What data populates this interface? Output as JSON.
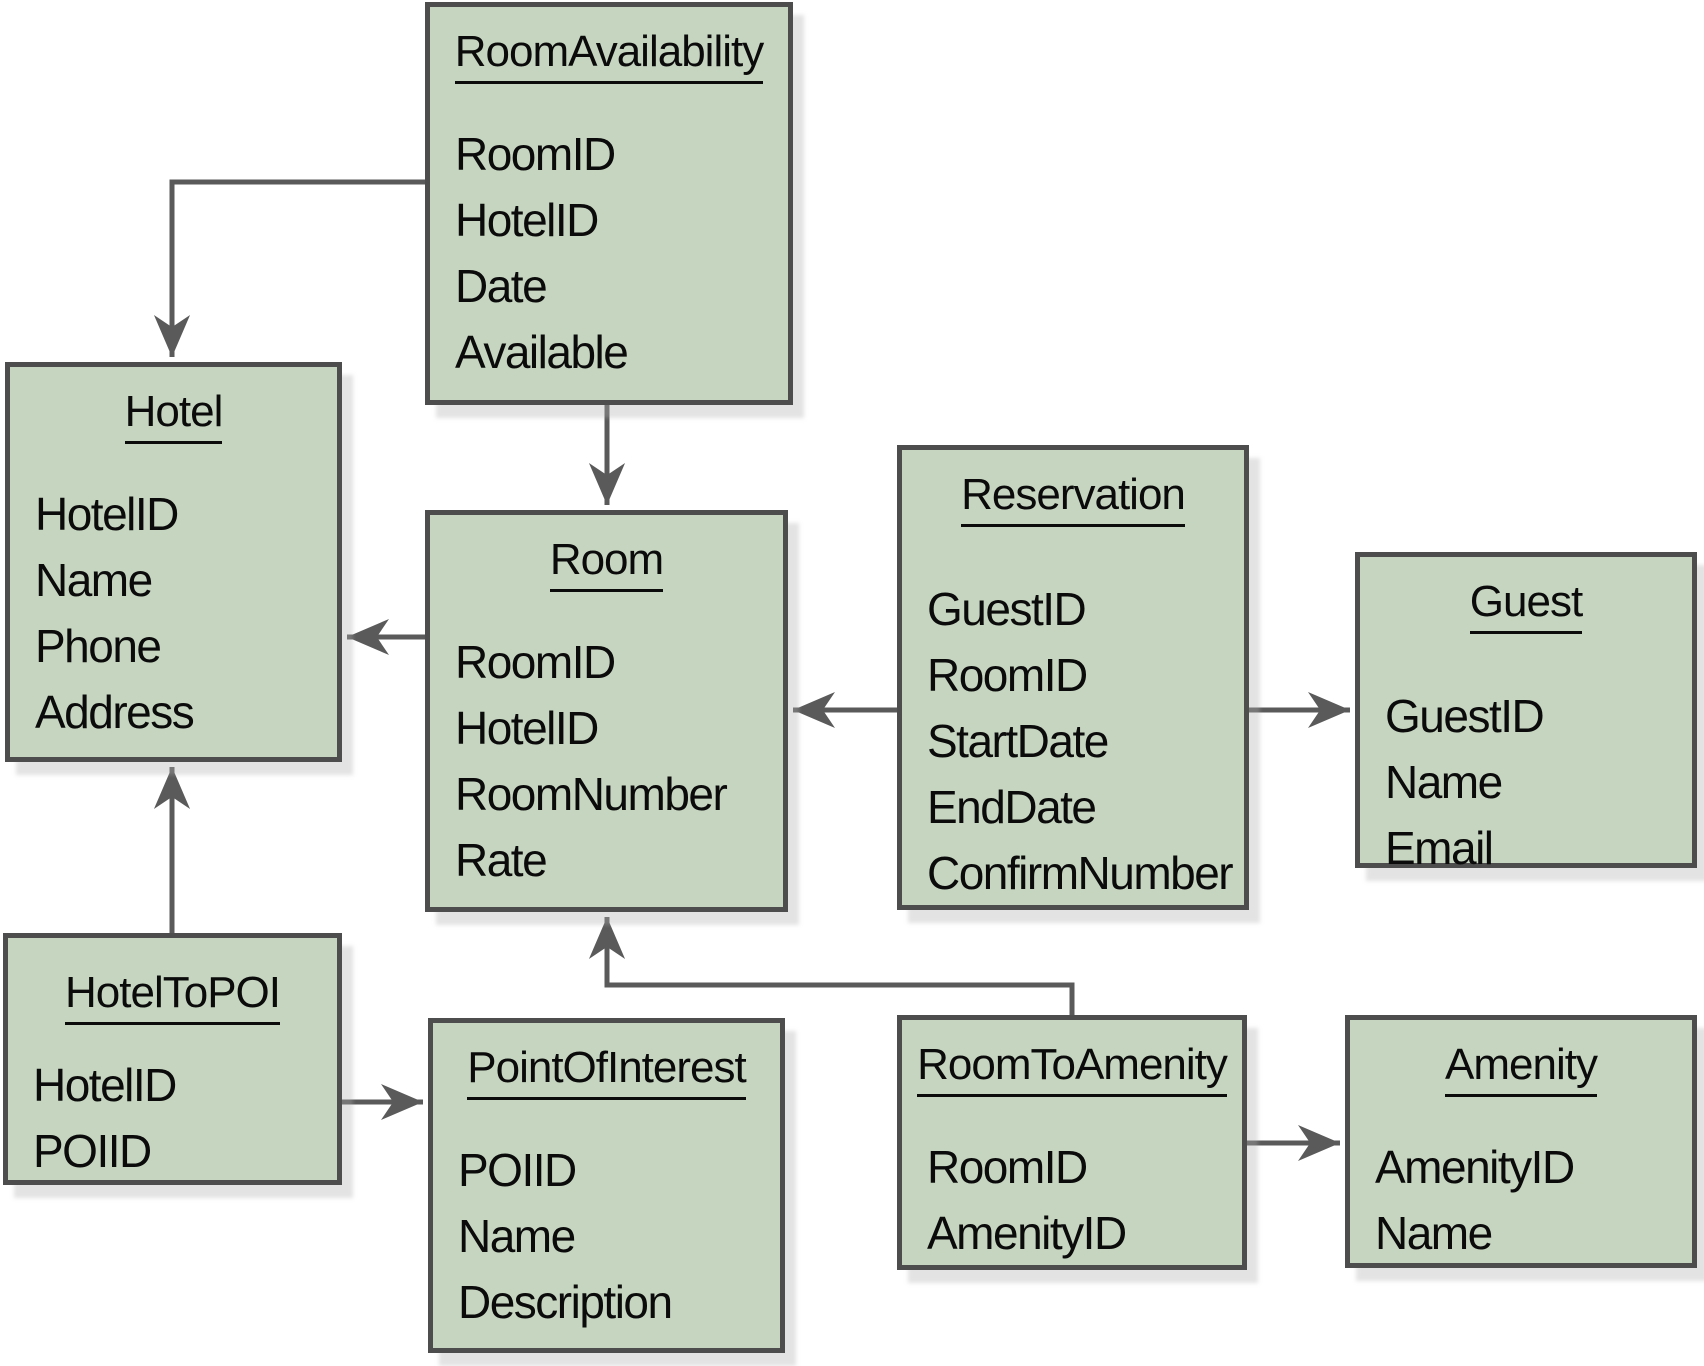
{
  "diagram": {
    "kind": "entity-relationship",
    "colors": {
      "box_fill": "#c6d5c0",
      "box_border": "#4d4d4d",
      "connector": "#5a5a5a",
      "text": "#0b0b0b",
      "background": "#ffffff"
    }
  },
  "entities": [
    {
      "id": "room-availability",
      "title": "RoomAvailability",
      "fields": [
        "RoomID",
        "HotelID",
        "Date",
        "Available"
      ]
    },
    {
      "id": "hotel",
      "title": "Hotel",
      "fields": [
        "HotelID",
        "Name",
        "Phone",
        "Address"
      ]
    },
    {
      "id": "room",
      "title": "Room",
      "fields": [
        "RoomID",
        "HotelID",
        "RoomNumber",
        "Rate"
      ]
    },
    {
      "id": "reservation",
      "title": "Reservation",
      "fields": [
        "GuestID",
        "RoomID",
        "StartDate",
        "EndDate",
        "ConfirmNumber"
      ]
    },
    {
      "id": "guest",
      "title": "Guest",
      "fields": [
        "GuestID",
        "Name",
        "Email"
      ]
    },
    {
      "id": "hotel-to-poi",
      "title": "HotelToPOI",
      "fields": [
        "HotelID",
        "POIID"
      ]
    },
    {
      "id": "point-of-interest",
      "title": "PointOfInterest",
      "fields": [
        "POIID",
        "Name",
        "Description"
      ]
    },
    {
      "id": "room-to-amenity",
      "title": "RoomToAmenity",
      "fields": [
        "RoomID",
        "AmenityID"
      ]
    },
    {
      "id": "amenity",
      "title": "Amenity",
      "fields": [
        "AmenityID",
        "Name"
      ]
    }
  ],
  "relationships": [
    {
      "from": "RoomAvailability",
      "to": "Hotel"
    },
    {
      "from": "RoomAvailability",
      "to": "Room"
    },
    {
      "from": "Room",
      "to": "Hotel"
    },
    {
      "from": "Reservation",
      "to": "Room"
    },
    {
      "from": "Reservation",
      "to": "Guest"
    },
    {
      "from": "HotelToPOI",
      "to": "Hotel"
    },
    {
      "from": "HotelToPOI",
      "to": "PointOfInterest"
    },
    {
      "from": "RoomToAmenity",
      "to": "Room"
    },
    {
      "from": "RoomToAmenity",
      "to": "Amenity"
    }
  ]
}
